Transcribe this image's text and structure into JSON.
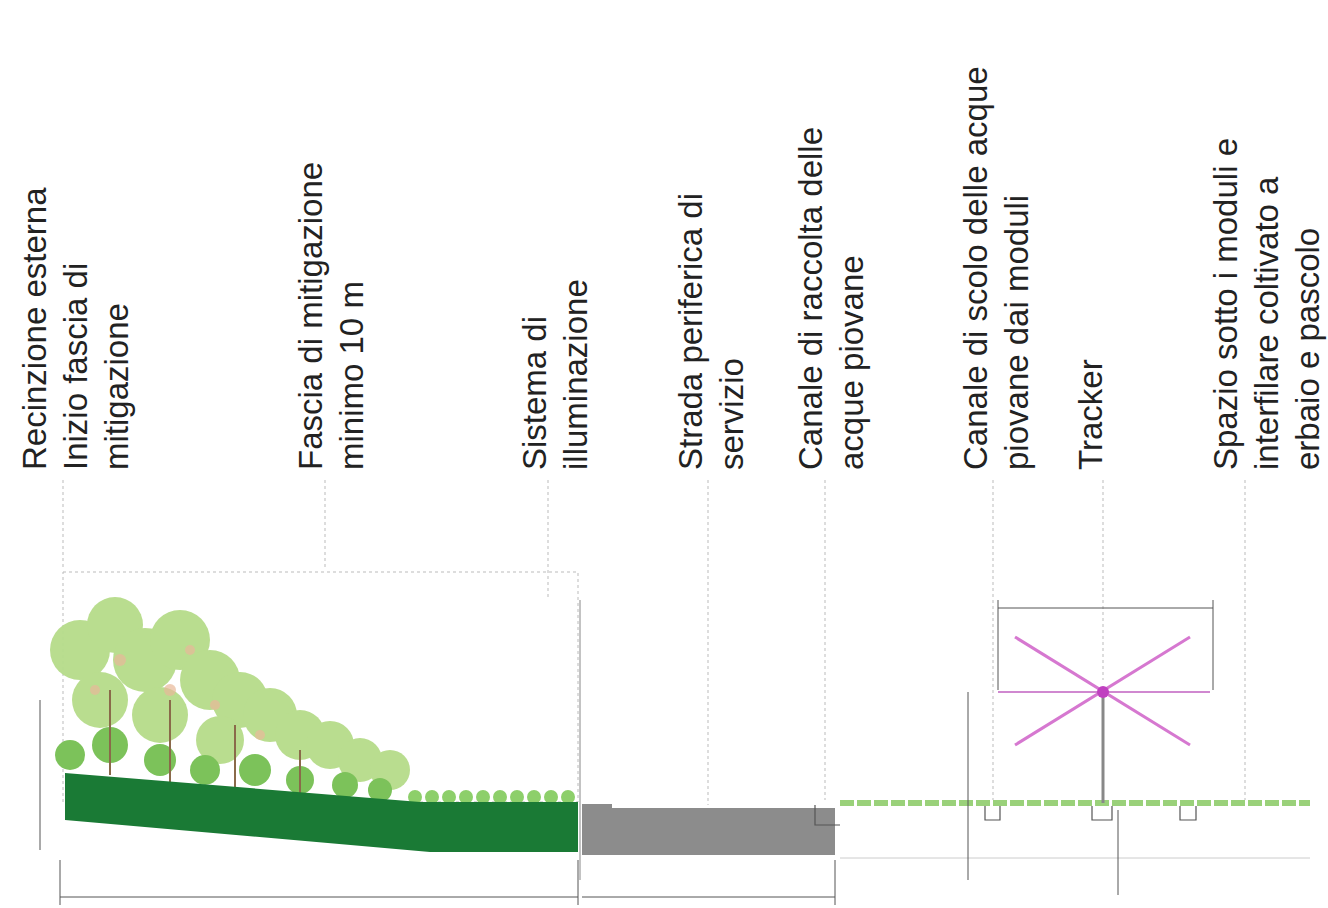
{
  "diagram": {
    "labels": [
      "Recinzione esterna Inizio fascia di mitigazione",
      "Fascia di mitigazione minimo 10 m",
      "Sistema di illuminazione",
      "Strada periferica di servizio",
      "Canale di raccolta delle acque piovane",
      "Canale di scolo delle acque piovane dai moduli",
      "Tracker",
      "Spazio sotto i moduli e interfilare coltivato a erbaio e pascolo"
    ]
  }
}
